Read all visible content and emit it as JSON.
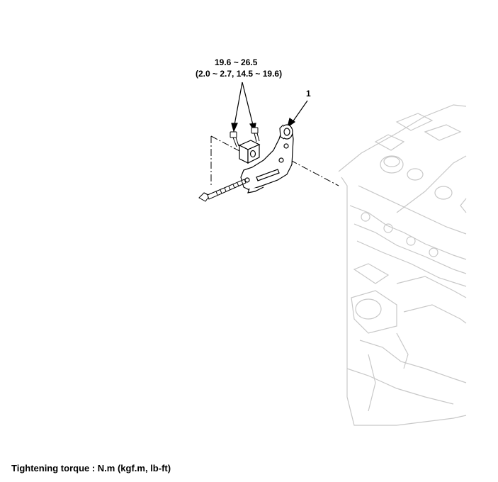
{
  "torque": {
    "main": "19.6 ~ 26.5",
    "alt": "(2.0 ~ 2.7, 14.5 ~ 19.6)"
  },
  "callout": {
    "number": "1"
  },
  "footer": {
    "text": "Tightening torque : N.m (kgf.m, lb-ft)"
  }
}
